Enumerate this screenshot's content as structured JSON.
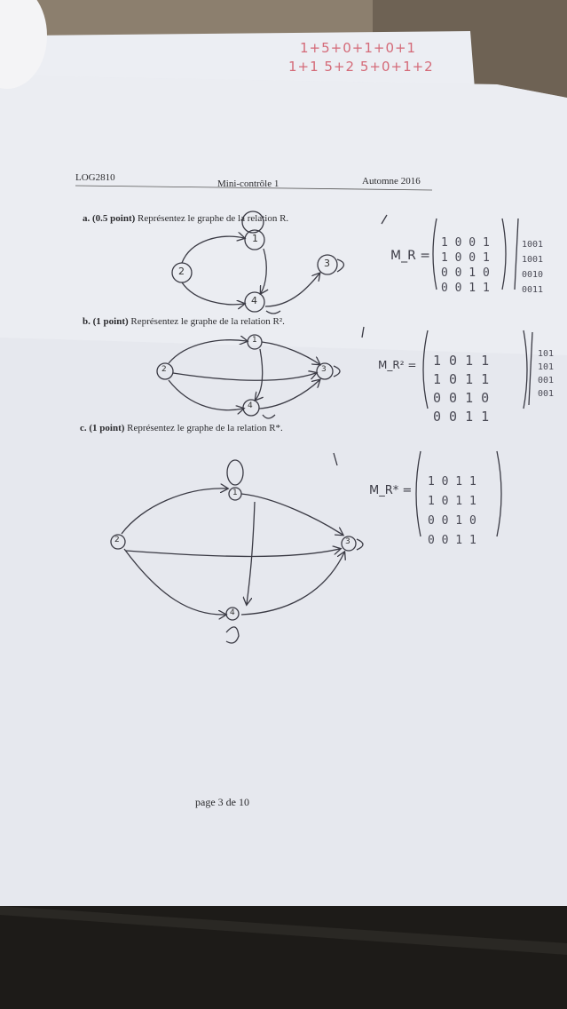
{
  "sheet": {
    "red_note_line1": "1+5+0+1+0+1",
    "red_note_line2": "1+1 5+2 5+0+1+2",
    "header_left": "LOG2810",
    "header_center": "Mini-contrôle 1",
    "header_right": "Automne 2016",
    "q_a_label": "a. (0.5 point)",
    "q_a_text": "Représentez le graphe de la relation R.",
    "q_b_label": "b. (1 point)",
    "q_b_text": "Représentez le graphe de la relation R².",
    "q_c_label": "c. (1 point)",
    "q_c_text": "Représentez le graphe de la relation R*.",
    "footer": "page 3 de 10"
  },
  "handwriting": {
    "matrix_a_label": "M_R =",
    "matrix_a_rows": [
      "1 0 0 1",
      "1 0 0 1",
      "0 0 1 0",
      "0 0 1 1"
    ],
    "matrix_a_side_rows": [
      "1001",
      "1001",
      "0010",
      "0011"
    ],
    "matrix_b_label": "M_R² =",
    "matrix_b_rows": [
      "1 0 1 1",
      "1 0 1 1",
      "0 0 1 0",
      "0 0 1 1"
    ],
    "matrix_b_side_rows": [
      "101",
      "101",
      "001",
      "001"
    ],
    "matrix_c_label": "M_R* =",
    "matrix_c_rows": [
      "1 0 1 1",
      "1 0 1 1",
      "0 0 1 0",
      "0 0 1 1"
    ],
    "nodes": [
      "1",
      "2",
      "3",
      "4"
    ]
  }
}
